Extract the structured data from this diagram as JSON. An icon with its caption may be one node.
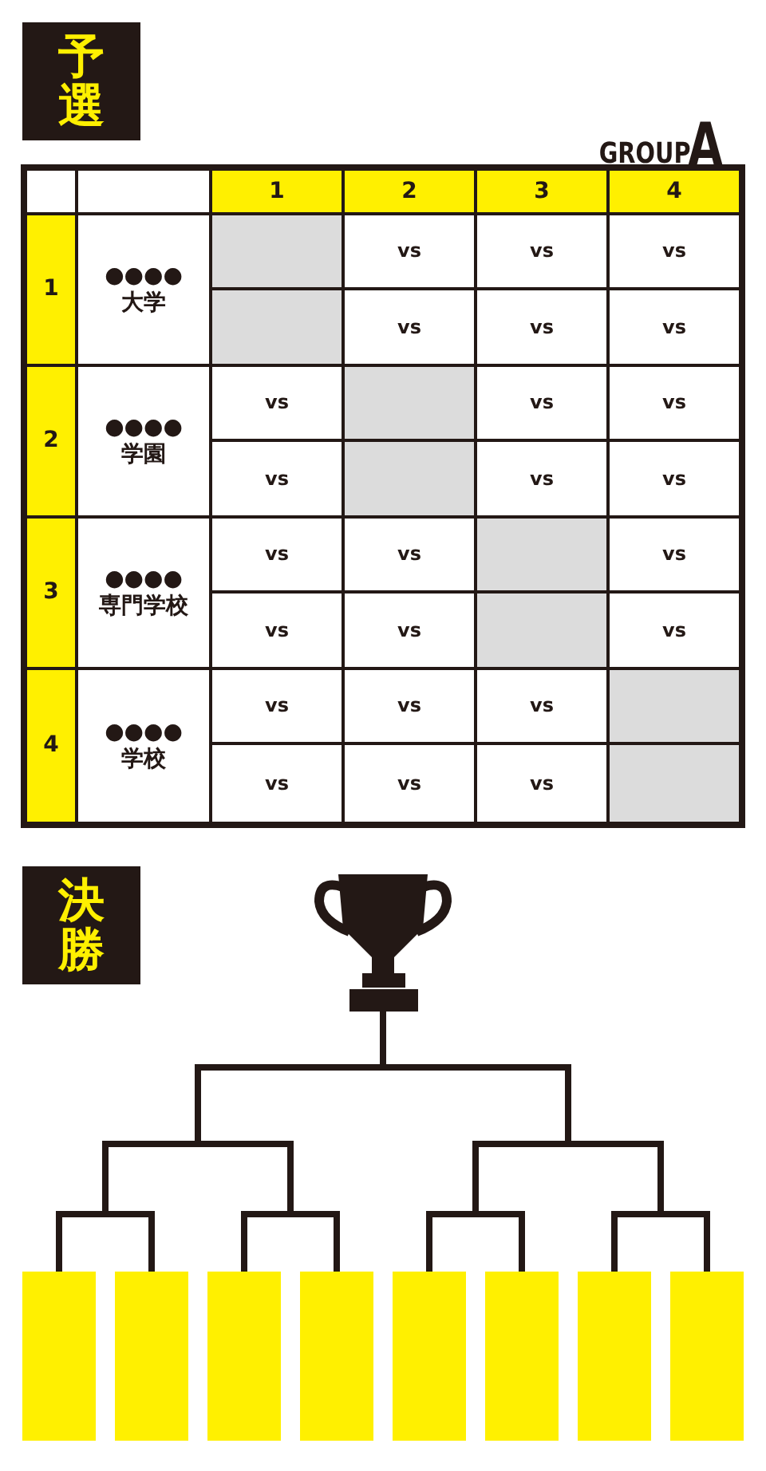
{
  "diagram": {
    "nodes": [
      {
        "text": [
          "予選"
        ]
      },
      {
        "text": [
          "決勝"
        ]
      },
      {
        "text": [],
        "shape": "trophy"
      },
      {
        "text": [],
        "shape": "box"
      },
      {
        "text": [],
        "shape": "box"
      },
      {
        "text": [],
        "shape": "box"
      },
      {
        "text": [],
        "shape": "box"
      },
      {
        "text": [],
        "shape": "box"
      },
      {
        "text": [],
        "shape": "box"
      },
      {
        "text": [],
        "shape": "box"
      },
      {
        "text": [],
        "shape": "box"
      }
    ],
    "edges": [
      {
        "from": 3,
        "to": 2,
        "arrow": "none"
      },
      {
        "from": 4,
        "to": 2,
        "arrow": "none"
      },
      {
        "from": 5,
        "to": 2,
        "arrow": "none"
      },
      {
        "from": 6,
        "to": 2,
        "arrow": "none"
      },
      {
        "from": 7,
        "to": 2,
        "arrow": "none"
      },
      {
        "from": 8,
        "to": 2,
        "arrow": "none"
      },
      {
        "from": 9,
        "to": 2,
        "arrow": "none"
      },
      {
        "from": 10,
        "to": 2,
        "arrow": "none"
      }
    ],
    "labels": [
      "GROUP",
      "A",
      "1",
      "2",
      "3",
      "4",
      "1",
      "●●●● 大学",
      "vs",
      "vs",
      "vs",
      "vs",
      "vs",
      "vs",
      "2",
      "●●●● 学園",
      "vs",
      "vs",
      "vs",
      "vs",
      "vs",
      "vs",
      "3",
      "●●●● 専門学校",
      "vs",
      "vs",
      "vs",
      "vs",
      "vs",
      "vs",
      "4",
      "●●●● 学校",
      "vs",
      "vs",
      "vs",
      "vs",
      "vs",
      "vs"
    ]
  }
}
